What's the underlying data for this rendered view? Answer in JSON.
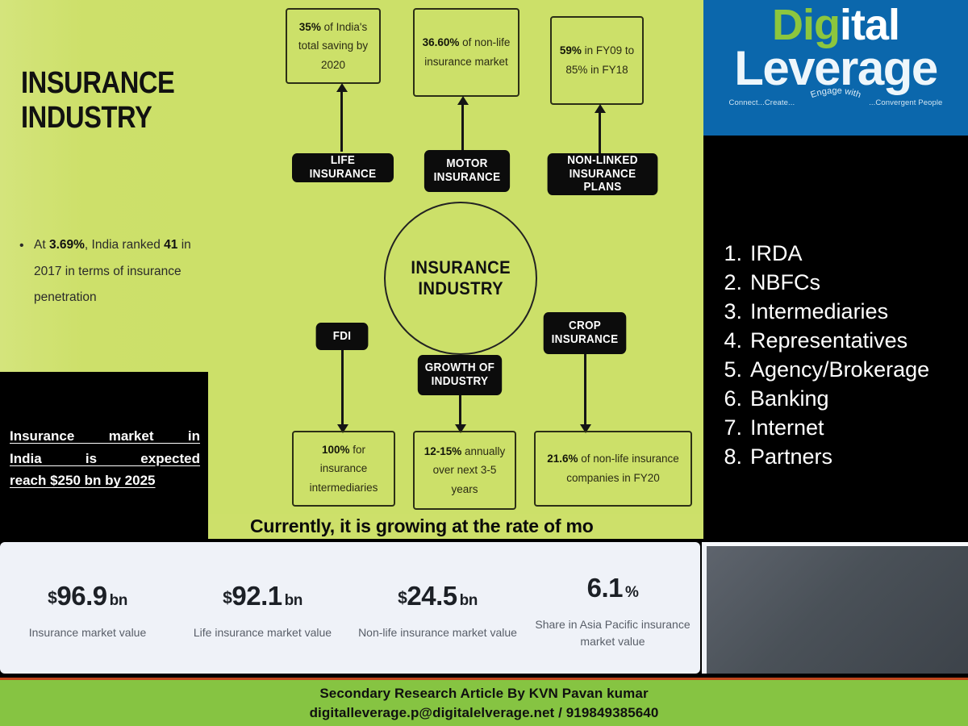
{
  "left": {
    "title_line1": "INSURANCE",
    "title_line2": "INDUSTRY",
    "bullet_prefix": "At ",
    "bullet_b1": "3.69%",
    "bullet_mid": ", India ranked ",
    "bullet_b2": "41",
    "bullet_tail": " in 2017 in terms of insurance penetration",
    "bullet_full": "At 3.69%, India ranked 41 in 2017 in terms of insurance penetration",
    "callout_line1": "Insurance market in",
    "callout_line2": "India is expected",
    "callout_line3": "reach $250 bn by 2025"
  },
  "infographic": {
    "center_line1": "INSURANCE",
    "center_line2": "INDUSTRY",
    "top_stats": [
      {
        "bold": "35%",
        "rest": " of India's total saving by 2020"
      },
      {
        "bold": "36.60%",
        "rest": " of non-life insurance market"
      },
      {
        "bold": "59%",
        "rest": " in FY09 to 85% in FY18"
      }
    ],
    "top_labels": [
      "LIFE INSURANCE",
      "MOTOR INSURANCE",
      "NON-LINKED INSURANCE PLANS"
    ],
    "bottom_labels": [
      "FDI",
      "GROWTH OF INDUSTRY",
      "CROP INSURANCE"
    ],
    "bottom_stats": [
      {
        "bold": "100%",
        "rest": " for insurance intermediaries"
      },
      {
        "bold": "12-15%",
        "rest": " annually over next 3-5 years"
      },
      {
        "bold": "21.6%",
        "rest": " of non-life insurance companies in FY20"
      }
    ]
  },
  "banner": {
    "text": "Currently, it is growing at the rate of mo"
  },
  "logo": {
    "word1_green": "Di",
    "word1_mid_green": "g",
    "word1_white": "ital",
    "word2": "Leverage",
    "tagline_left": "Connect...Create...",
    "tagline_arc": "Engage with",
    "tagline_right": "...Convergent People",
    "brand_blue": "#0b67ac",
    "brand_green": "#8cc63e"
  },
  "channels": {
    "items": [
      {
        "num": "1.",
        "label": "IRDA"
      },
      {
        "num": "2.",
        "label": "NBFCs"
      },
      {
        "num": "3.",
        "label": "Intermediaries"
      },
      {
        "num": "4.",
        "label": "Representatives"
      },
      {
        "num": "5.",
        "label": "Agency/Brokerage"
      },
      {
        "num": "6.",
        "label": "Banking"
      },
      {
        "num": "7.",
        "label": "Internet"
      },
      {
        "num": "8.",
        "label": "Partners"
      }
    ]
  },
  "stats_strip": [
    {
      "currency": "$",
      "value": "96.9",
      "unit": "bn",
      "caption": "Insurance market value"
    },
    {
      "currency": "$",
      "value": "92.1",
      "unit": "bn",
      "caption": "Life insurance market value"
    },
    {
      "currency": "$",
      "value": "24.5",
      "unit": "bn",
      "caption": "Non-life insurance market value"
    },
    {
      "currency": "",
      "value": "6.1",
      "unit": "%",
      "caption": "Share in Asia Pacific insurance market value"
    }
  ],
  "footer": {
    "line1": "Secondary Research Article By KVN Pavan kumar",
    "line2": "digitalleverage.p@digitalelverage.net / 919849385640",
    "bar_color": "#86c442",
    "border_color": "#c0461c"
  },
  "chart_data": {
    "type": "diagram",
    "title": "Insurance Industry",
    "center_node": "INSURANCE INDUSTRY",
    "nodes": [
      {
        "label": "LIFE INSURANCE",
        "stat": "35% of India's total saving by 2020"
      },
      {
        "label": "MOTOR INSURANCE",
        "stat": "36.60% of non-life insurance market"
      },
      {
        "label": "NON-LINKED INSURANCE PLANS",
        "stat": "59% in FY09 to 85% in FY18"
      },
      {
        "label": "FDI",
        "stat": "100% for insurance intermediaries"
      },
      {
        "label": "GROWTH OF INDUSTRY",
        "stat": "12-15% annually over next 3-5 years"
      },
      {
        "label": "CROP INSURANCE",
        "stat": "21.6% of non-life insurance companies in FY20"
      }
    ],
    "kpis": [
      {
        "label": "Insurance market value",
        "value": 96.9,
        "unit": "$bn"
      },
      {
        "label": "Life insurance market value",
        "value": 92.1,
        "unit": "$bn"
      },
      {
        "label": "Non-life insurance market value",
        "value": 24.5,
        "unit": "$bn"
      },
      {
        "label": "Share in Asia Pacific insurance market value",
        "value": 6.1,
        "unit": "%"
      }
    ]
  }
}
